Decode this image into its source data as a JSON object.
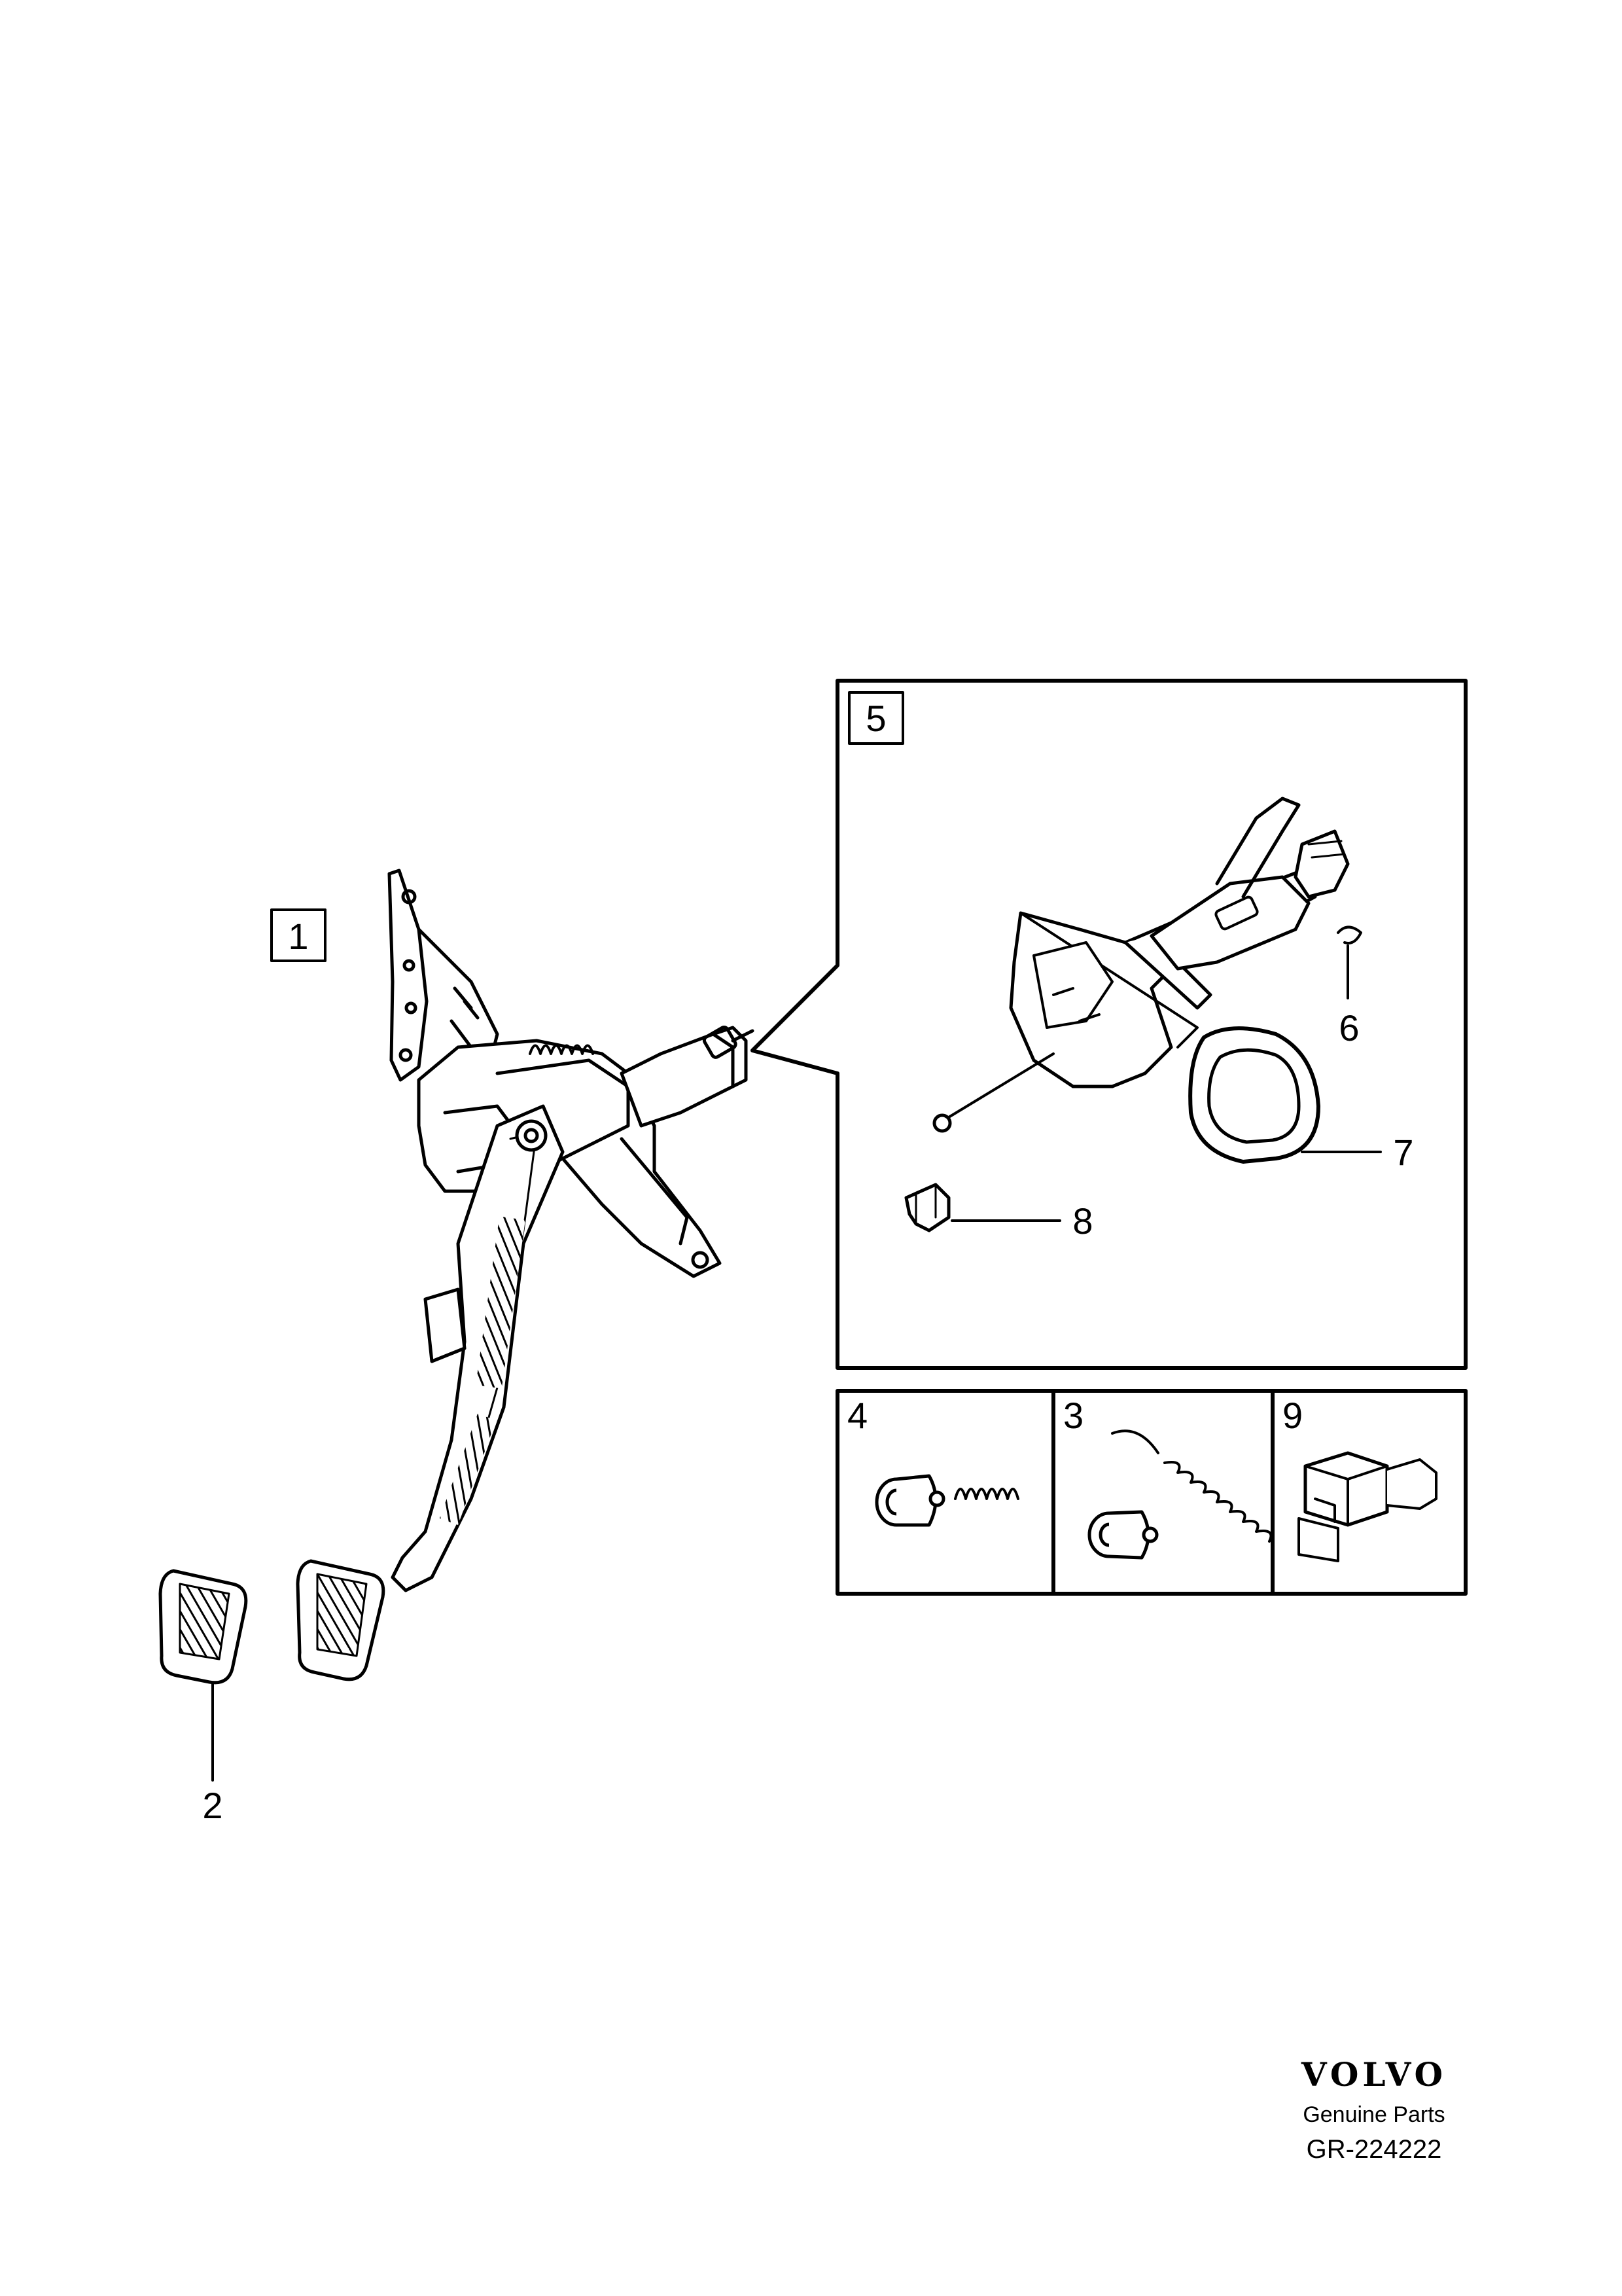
{
  "callouts": {
    "c1": "1",
    "c2": "2",
    "c3": "3",
    "c4": "4",
    "c5": "5",
    "c6": "6",
    "c7": "7",
    "c8": "8",
    "c9": "9"
  },
  "footer": {
    "brand": "VOLVO",
    "subtitle": "Genuine Parts",
    "code": "GR-224222"
  }
}
